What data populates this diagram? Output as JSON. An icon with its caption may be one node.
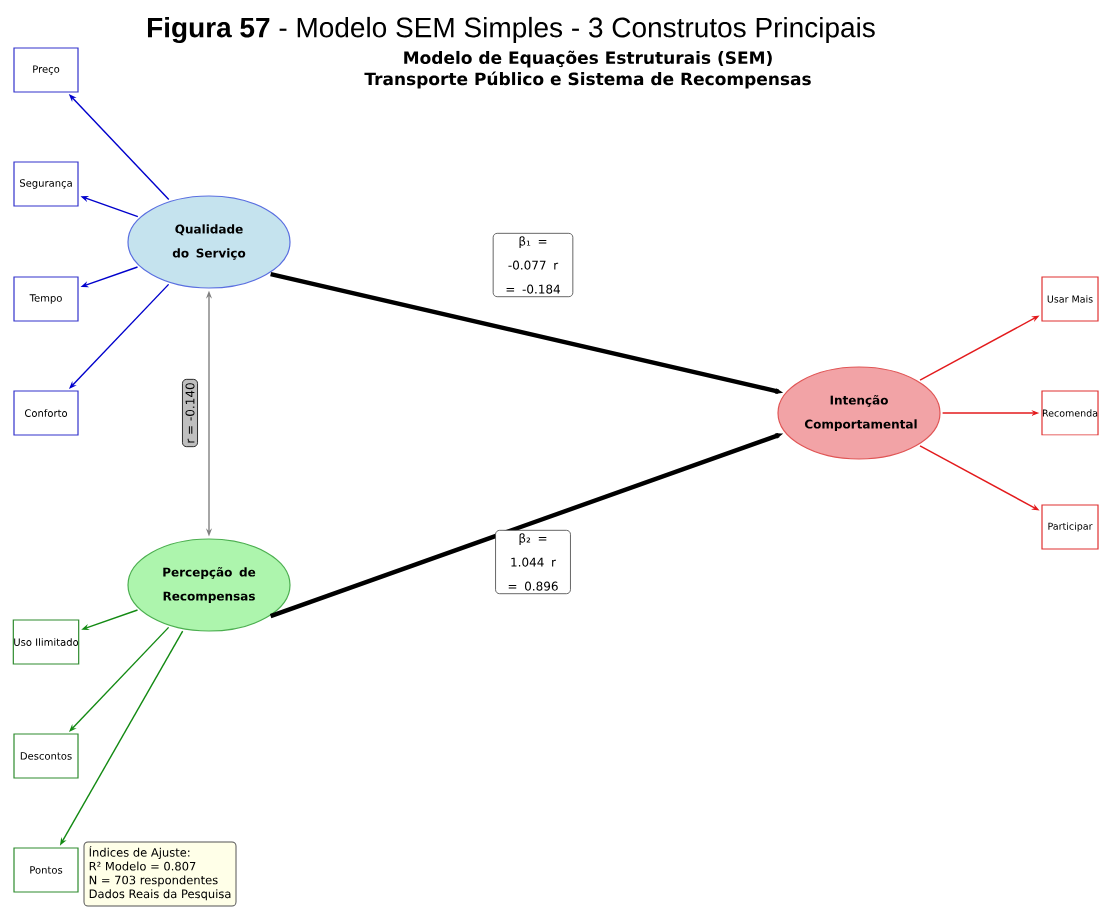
{
  "diagram": {
    "title": "**Figura 57** - Modelo SEM Simples - 3 Construtos Principais",
    "nodes": [
      {
        "text": [
          "Qualidade do Serviço"
        ]
      },
      {
        "text": [
          "Percepção de Recompensas"
        ]
      },
      {
        "text": [
          "Intenção Comportamental"
        ]
      },
      {
        "text": [
          "Preço"
        ]
      },
      {
        "text": [
          "Segurança"
        ]
      },
      {
        "text": [
          "Tempo"
        ]
      },
      {
        "text": [
          "Conforto"
        ]
      },
      {
        "text": [
          "Uso Ilimitado"
        ]
      },
      {
        "text": [
          "Descontos"
        ]
      },
      {
        "text": [
          "Pontos"
        ]
      },
      {
        "text": [
          "Usar Mais"
        ]
      },
      {
        "text": [
          "Recomenda"
        ]
      },
      {
        "text": [
          "Participar"
        ]
      },
      {
        "text": [
          "Índices de Ajuste:",
          "R² Modelo = 0.807",
          "N = 703 respondentes",
          "Dados Reais da Pesquisa"
        ]
      }
    ],
    "edges": [
      {
        "from": 0,
        "to": 3,
        "arrow": "to",
        "color": "#0000cc"
      },
      {
        "from": 0,
        "to": 4,
        "arrow": "to",
        "color": "#0000cc"
      },
      {
        "from": 0,
        "to": 5,
        "arrow": "to",
        "color": "#0000cc"
      },
      {
        "from": 0,
        "to": 6,
        "arrow": "to",
        "color": "#0000cc"
      },
      {
        "from": 1,
        "to": 7,
        "arrow": "to",
        "color": "#138a13"
      },
      {
        "from": 1,
        "to": 8,
        "arrow": "to",
        "color": "#138a13"
      },
      {
        "from": 1,
        "to": 9,
        "arrow": "to",
        "color": "#138a13"
      },
      {
        "from": 2,
        "to": 10,
        "arrow": "to",
        "color": "#e31a1c"
      },
      {
        "from": 2,
        "to": 11,
        "arrow": "to",
        "color": "#e31a1c"
      },
      {
        "from": 2,
        "to": 12,
        "arrow": "to",
        "color": "#e31a1c"
      },
      {
        "from": 0,
        "to": 2,
        "arrow": "to",
        "style": "thick",
        "color": "#000000",
        "label": "β₁ = -0.077 r = -0.184"
      },
      {
        "from": 1,
        "to": 2,
        "arrow": "to",
        "style": "thick",
        "color": "#000000",
        "label": "β₂ = 1.044 r = 0.896"
      },
      {
        "from": 0,
        "to": 1,
        "arrow": "both",
        "color": "#808080",
        "label": "r = -0.140"
      }
    ],
    "labels": [
      "Modelo de Equações Estruturais (SEM)",
      "Transporte Público e Sistema de Recompensas"
    ]
  }
}
